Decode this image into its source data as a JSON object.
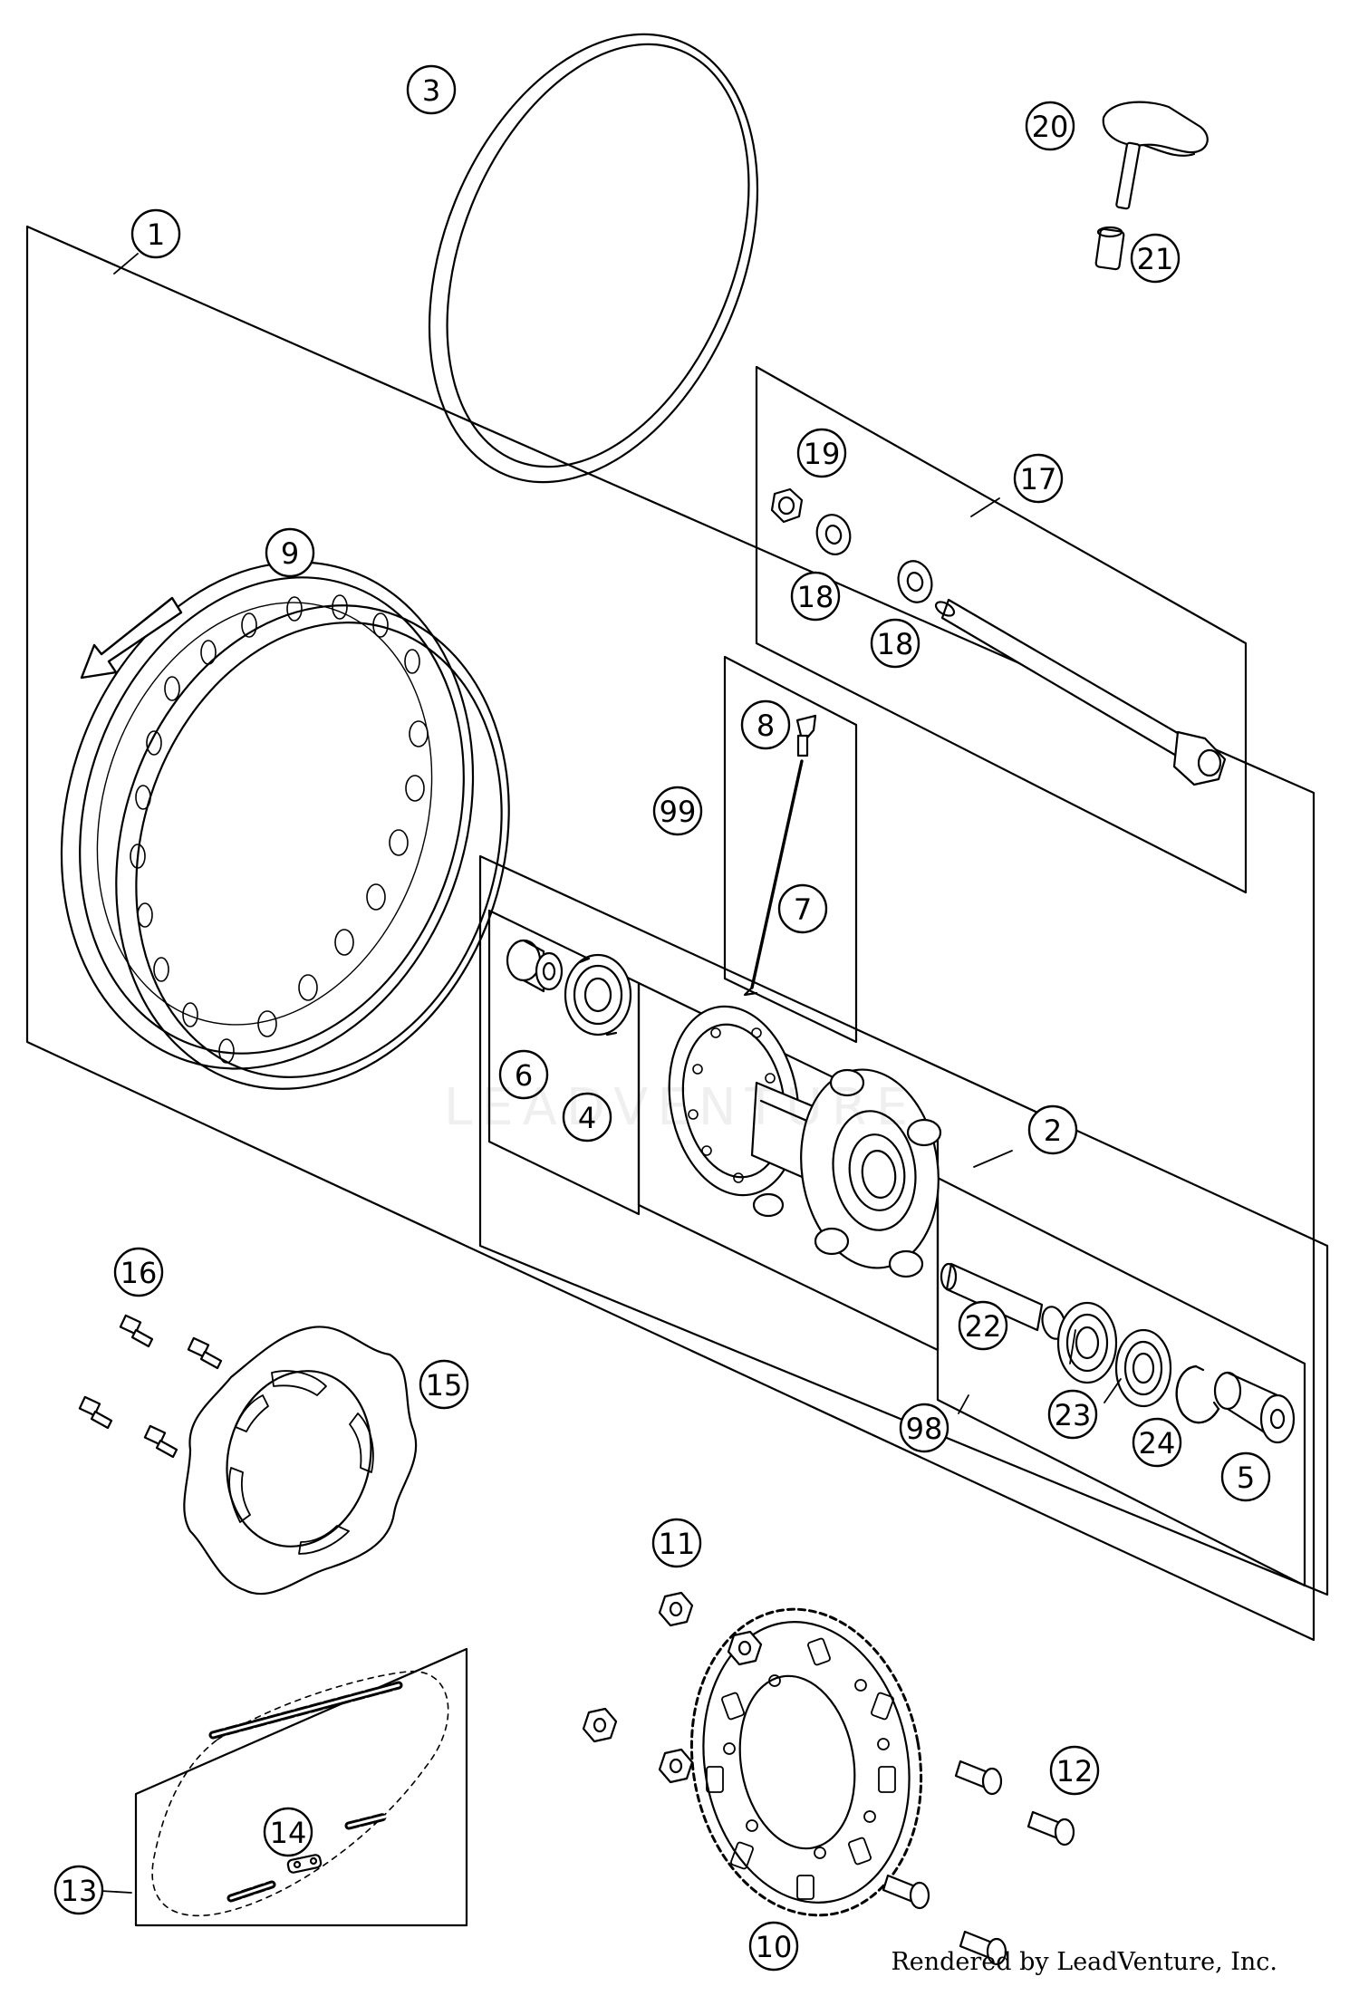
{
  "diagram": {
    "callouts": [
      {
        "id": "c1",
        "label": "1"
      },
      {
        "id": "c2",
        "label": "2"
      },
      {
        "id": "c3",
        "label": "3"
      },
      {
        "id": "c4",
        "label": "4"
      },
      {
        "id": "c5",
        "label": "5"
      },
      {
        "id": "c6",
        "label": "6"
      },
      {
        "id": "c7",
        "label": "7"
      },
      {
        "id": "c8",
        "label": "8"
      },
      {
        "id": "c9",
        "label": "9"
      },
      {
        "id": "c10",
        "label": "10"
      },
      {
        "id": "c11",
        "label": "11"
      },
      {
        "id": "c12",
        "label": "12"
      },
      {
        "id": "c13",
        "label": "13"
      },
      {
        "id": "c14",
        "label": "14"
      },
      {
        "id": "c15",
        "label": "15"
      },
      {
        "id": "c16",
        "label": "16"
      },
      {
        "id": "c17",
        "label": "17"
      },
      {
        "id": "c18a",
        "label": "18"
      },
      {
        "id": "c18b",
        "label": "18"
      },
      {
        "id": "c19",
        "label": "19"
      },
      {
        "id": "c20",
        "label": "20"
      },
      {
        "id": "c21",
        "label": "21"
      },
      {
        "id": "c22",
        "label": "22"
      },
      {
        "id": "c23",
        "label": "23"
      },
      {
        "id": "c24",
        "label": "24"
      },
      {
        "id": "c98",
        "label": "98"
      },
      {
        "id": "c99",
        "label": "99"
      }
    ],
    "watermark": "LEADVENTURE",
    "footer": "Rendered by LeadVenture, Inc."
  }
}
